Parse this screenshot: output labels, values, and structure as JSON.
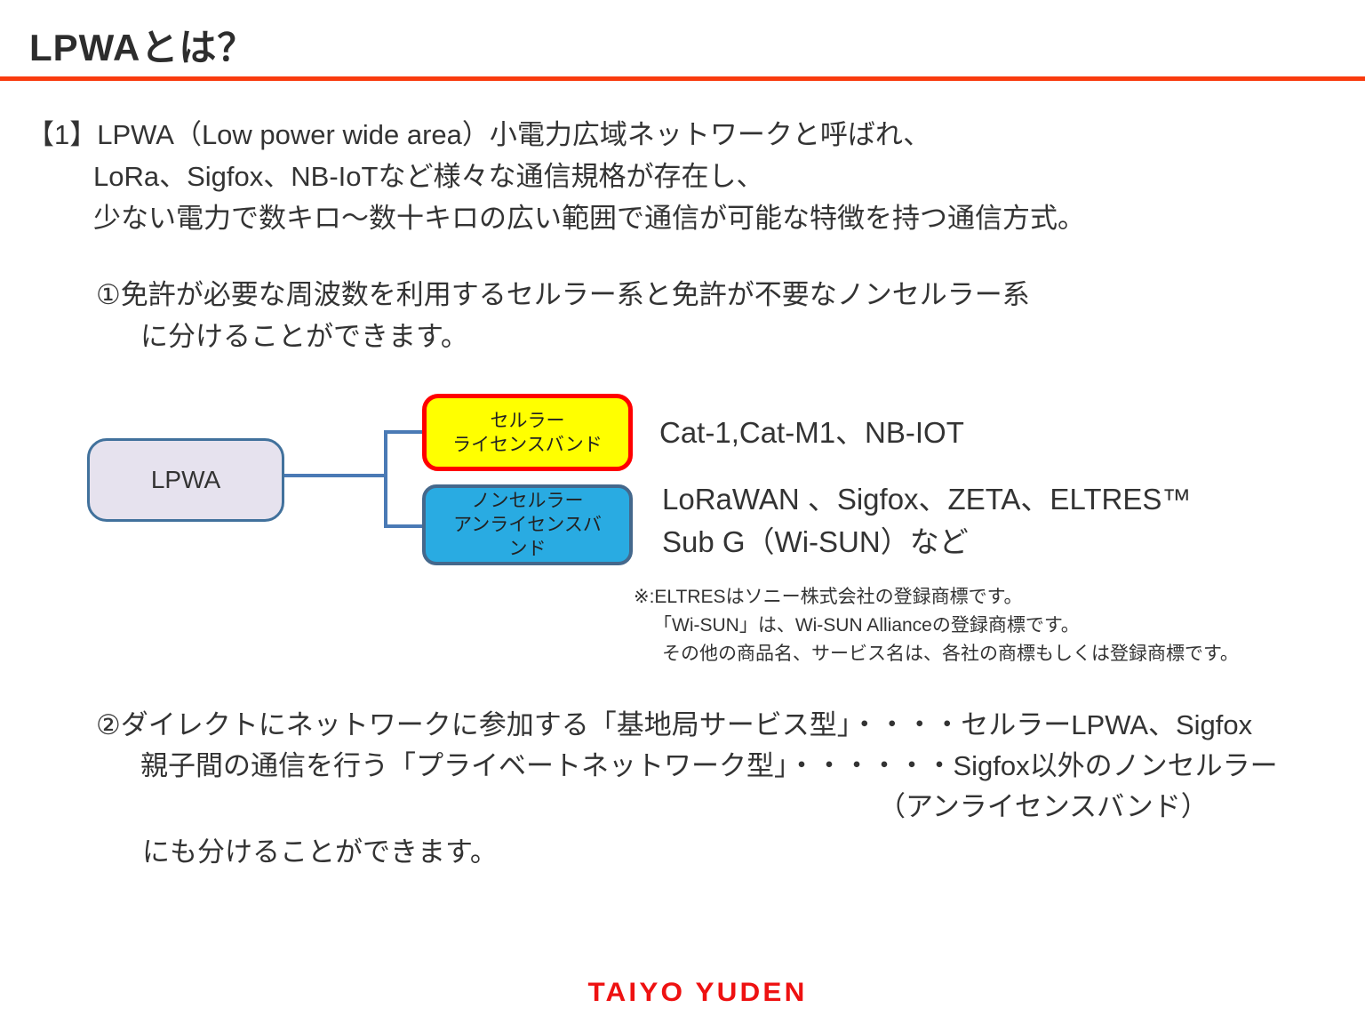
{
  "slide": {
    "title": "LPWAとは？",
    "accent_color": "#f93b0e",
    "logo_text": "TAIYO YUDEN",
    "logo_color": "#ee1111"
  },
  "intro": {
    "line1": "【1】LPWA（Low power wide area）小電力広域ネットワークと呼ばれ、",
    "line2": "LoRa、Sigfox、NB-IoTなど様々な通信規格が存在し、",
    "line3": "少ない電力で数キロ～数十キロの広い範囲で通信が可能な特徴を持つ通信方式。"
  },
  "point1": {
    "line1": "①免許が必要な周波数を利用するセルラー系と免許が不要なノンセルラー系",
    "line2": "に分けることができます。"
  },
  "diagram": {
    "root_label": "LPWA",
    "cellular_box": {
      "line1": "セルラー",
      "line2": "ライセンスバンド",
      "fill": "#ffff00",
      "border": "#ff0000"
    },
    "noncellular_box": {
      "line1": "ノンセルラー",
      "line2": "アンライセンスバ",
      "line3": "ンド",
      "fill": "#29abe2",
      "border": "#44688c"
    },
    "root_fill": "#e6e2ee",
    "root_border": "#41719c",
    "connector_color": "#4a7ab5",
    "cellular_examples": "Cat‐1,Cat-M1、NB-IOT",
    "noncellular_examples_line1": "LoRaWAN 、Sigfox、ZETA、ELTRES™",
    "noncellular_examples_line2": "Sub G（Wi-SUN）など"
  },
  "trademark_note": {
    "line1": "※:ELTRESはソニー株式会社の登録商標です。",
    "line2": "「Wi-SUN」は、Wi-SUN Allianceの登録商標です。",
    "line3": "その他の商品名、サービス名は、各社の商標もしくは登録商標です。"
  },
  "point2": {
    "line1": "②ダイレクトにネットワークに参加する「基地局サービス型」・・・・セルラーLPWA、Sigfox",
    "line2": "親子間の通信を行う「プライベートネットワーク型」・・・・・・Sigfox以外のノンセルラー",
    "line3": "（アンライセンスバンド）",
    "line4": "にも分けることができます。"
  }
}
